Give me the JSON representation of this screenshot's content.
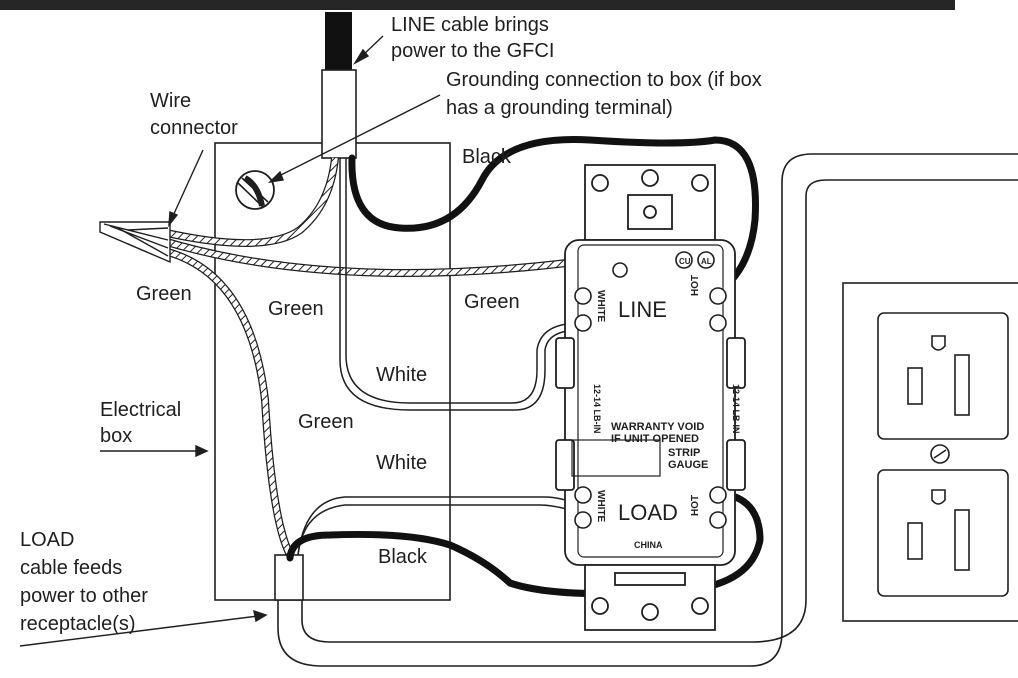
{
  "labels": {
    "line_cable": [
      "LINE cable brings",
      "power to the GFCI"
    ],
    "grounding": [
      "Grounding connection to box (if box",
      "has a grounding terminal)"
    ],
    "wire_connector": [
      "Wire",
      "connector"
    ],
    "black_top": "Black",
    "green_left": "Green",
    "green_mid": "Green",
    "green_right": "Green",
    "green_lower": "Green",
    "white_upper": "White",
    "white_lower": "White",
    "electrical_box": [
      "Electrical",
      "box"
    ],
    "black_bottom": "Black",
    "load_cable": [
      "LOAD",
      "cable feeds",
      "power to other",
      "receptacle(s)"
    ]
  },
  "gfci": {
    "line": "LINE",
    "load": "LOAD",
    "white_top": "WHITE",
    "white_bottom": "WHITE",
    "hot_top": "HOT",
    "hot_bottom": "HOT",
    "gauge_left": "12-14 LB-IN",
    "gauge_right": "12-14 LB-IN",
    "warranty": [
      "WARRANTY VOID",
      "IF UNIT OPENED"
    ],
    "strip": [
      "STRIP",
      "GAUGE"
    ],
    "origin": "CHINA",
    "cu_al": [
      "CU",
      "AL"
    ]
  },
  "colors": {
    "ink": "#1f1f1f",
    "top_bar": "#262626",
    "wire_black": "#111111"
  }
}
